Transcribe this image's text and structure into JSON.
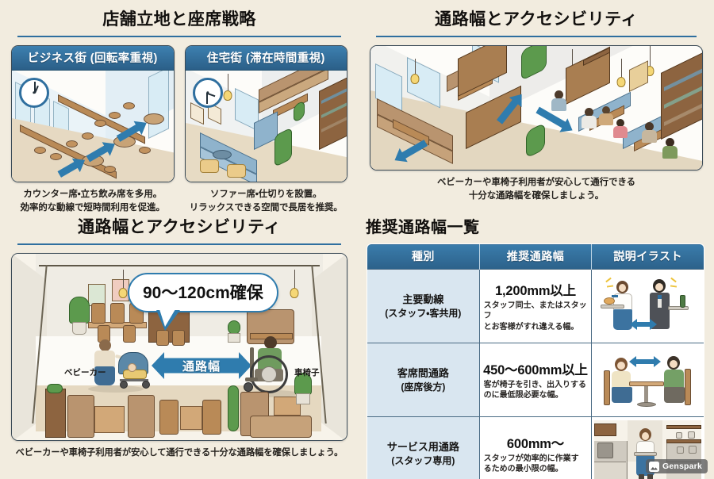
{
  "meta": {
    "background_color": "#f2ecdf",
    "accent_blue": "#2f6f9f",
    "arrow_blue": "#2f7cae",
    "header_blue": "#2c618a",
    "cell_blue": "#d9e6f0"
  },
  "sections": {
    "store_location": {
      "title": "店舗立地と座席戦略",
      "cards": [
        {
          "header": "ビジネス街 (回転率重視)",
          "caption_line1": "カウンター席・立ち飲み席を多用。",
          "caption_line2": "効率的な動線で短時間利用を促進。",
          "clock_time": "2:00"
        },
        {
          "header": "住宅街 (滞在時間重視)",
          "caption_line1": "ソファー席・仕切りを設置。",
          "caption_line2": "リラックスできる空間で長居を推奨。",
          "clock_time": "3:30"
        }
      ]
    },
    "aisle_top": {
      "title": "通路幅とアクセシビリティ",
      "caption_line1": "ベビーカーや車椅子利用者が安心して通行できる",
      "caption_line2": "十分な通路幅を確保しましょう。"
    },
    "aisle_bottom": {
      "title": "通路幅とアクセシビリティ",
      "bubble_text": "90〜120cm確保",
      "label_stroller": "ベビーカー",
      "label_aisle_width": "通路幅",
      "label_wheelchair": "車椅子",
      "caption": "ベビーカーや車椅子利用者が安心して通行できる十分な通路幅を確保しましょう。"
    },
    "table_section": {
      "title": "推奨通路幅一覧",
      "columns": [
        "種別",
        "推奨通路幅",
        "説明イラスト"
      ],
      "rows": [
        {
          "type_main": "主要動線",
          "type_sub": "(スタッフ・客共用)",
          "width_value": "1,200mm以上",
          "width_desc_line1": "スタッフ同士、またはスタッフ",
          "width_desc_line2": "とお客様がすれ違える幅。",
          "illustration": "two-staff-passing-with-trays"
        },
        {
          "type_main": "客席間通路",
          "type_sub": "(座席後方)",
          "width_value": "450〜600mm以上",
          "width_desc_line1": "客が椅子を引き、出入りする",
          "width_desc_line2": "のに最低限必要な幅。",
          "illustration": "two-customers-at-table"
        },
        {
          "type_main": "サービス用通路",
          "type_sub": "(スタッフ専用)",
          "width_value": "600mm〜",
          "width_desc_line1": "スタッフが効率的に作業す",
          "width_desc_line2": "るための最小限の幅。",
          "illustration": "staff-in-narrow-kitchen"
        }
      ]
    }
  },
  "watermark": {
    "label": "Genspark",
    "icon": "image-icon"
  }
}
